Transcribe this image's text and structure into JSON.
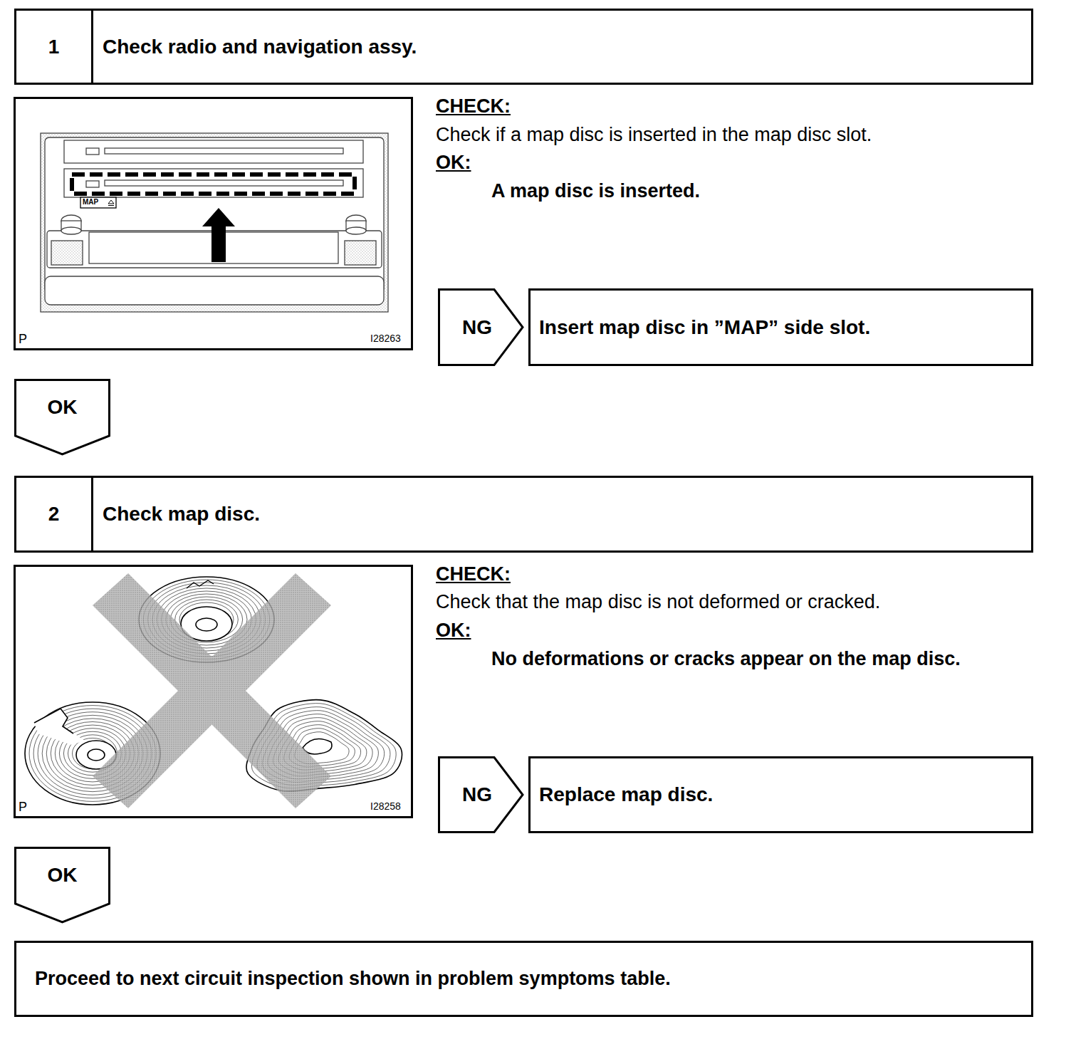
{
  "diagram": {
    "nodes": [
      {
        "text": [
          "1",
          "Check radio and navigation assy."
        ]
      },
      {
        "text": [
          "NG"
        ]
      },
      {
        "text": [
          "Insert map disc in ”MAP” side slot."
        ]
      },
      {
        "text": [
          "OK"
        ]
      },
      {
        "text": [
          "2",
          "Check map disc."
        ]
      },
      {
        "text": [
          "NG"
        ]
      },
      {
        "text": [
          "Replace map disc."
        ]
      },
      {
        "text": [
          "OK"
        ]
      },
      {
        "text": [
          "Proceed to next circuit inspection shown in problem symptoms table."
        ]
      }
    ],
    "labels": [
      "CHECK:",
      "Check if a map disc is inserted in the map disc slot.",
      "OK:",
      "A map disc is inserted.",
      "MAP",
      "P",
      "I28263",
      "CHECK:",
      "Check that the map disc is not deformed or cracked.",
      "OK:",
      "No deformations or cracks appear on the map disc.",
      "P",
      "I28258"
    ]
  }
}
